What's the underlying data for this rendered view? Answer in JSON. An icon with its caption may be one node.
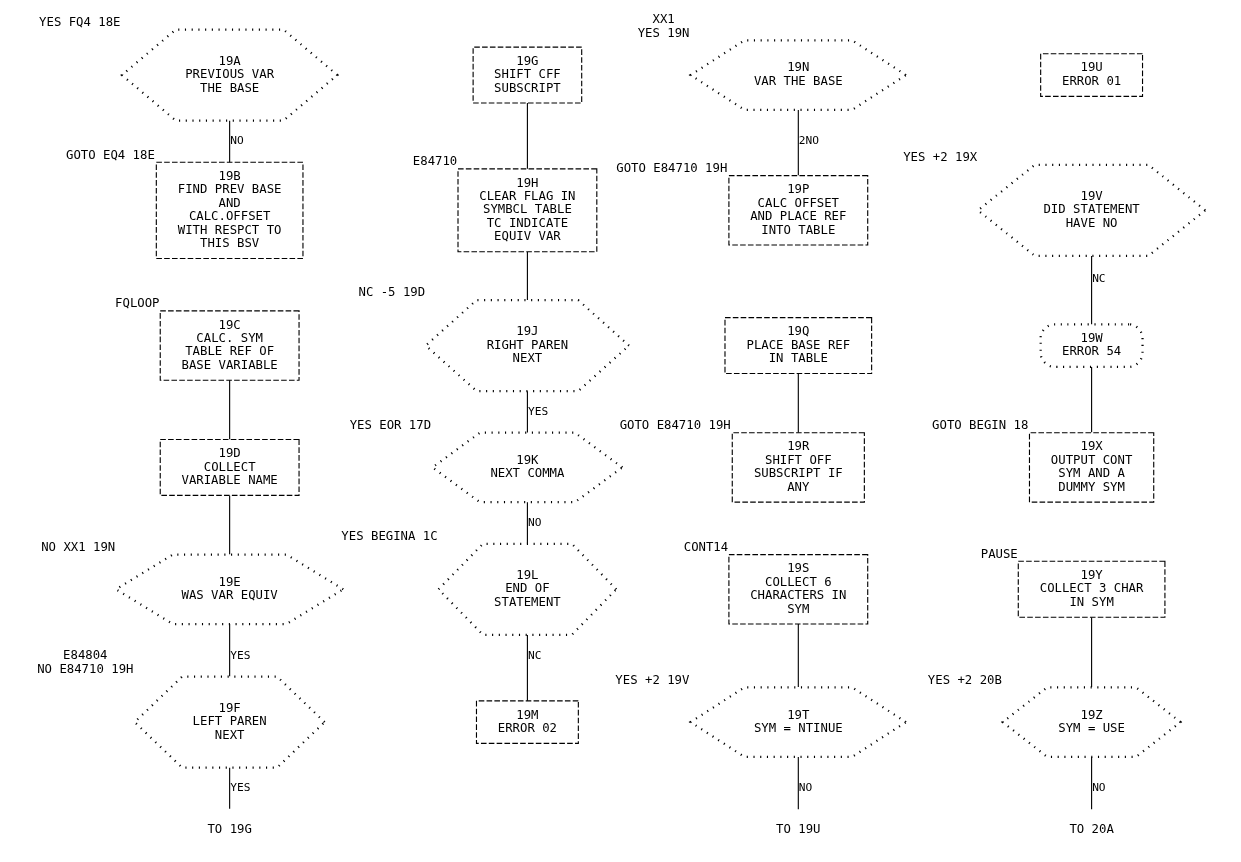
{
  "diagram": {
    "nodes": [
      {
        "text": [
          "19A",
          "PREVIOUS VAR THE BASE"
        ],
        "beside": [
          "YES FQ4 18E"
        ]
      },
      {
        "text": [
          "19B",
          "FIND PREV BASE AND CALC.OFFSET WITH RESPCT TO THIS BSV"
        ],
        "beside": [
          "GOTO EQ4 18E"
        ]
      },
      {
        "text": [
          "19C",
          "CALC. SYM TABLE REF OF BASE VARIABLE"
        ],
        "beside": [
          "FQLOOP"
        ]
      },
      {
        "text": [
          "19D",
          "COLLECT VARIABLE NAME"
        ]
      },
      {
        "text": [
          "19E",
          "WAS VAR EQUIV"
        ],
        "beside": [
          "NO XX1 19N"
        ]
      },
      {
        "text": [
          "19F",
          "LEFT PAREN NEXT"
        ],
        "beside": [
          "E84804",
          "NO E84710 19H"
        ]
      },
      {
        "text": [
          "TO 19G"
        ]
      },
      {
        "text": [
          "19G",
          "SHIFT CFF SUBSCRIPT"
        ]
      },
      {
        "text": [
          "19H",
          "CLEAR FLAG IN SYMBCL TABLE TC INDICATE EQUIV VAR"
        ],
        "beside": [
          "E84710"
        ]
      },
      {
        "text": [
          "19J",
          "RIGHT PAREN NEXT"
        ],
        "beside": [
          "NC -5 19D"
        ]
      },
      {
        "text": [
          "19K",
          "NEXT COMMA"
        ],
        "beside": [
          "YES EOR 17D"
        ]
      },
      {
        "text": [
          "19L",
          "END OF STATEMENT"
        ],
        "beside": [
          "YES BEGINA 1C"
        ]
      },
      {
        "text": [
          "19M",
          "ERROR 02"
        ]
      },
      {
        "text": [
          "19N",
          "VAR THE BASE"
        ],
        "beside": [
          "XX1",
          "YES 19N"
        ]
      },
      {
        "text": [
          "19P",
          "CALC OFFSET AND PLACE REF INTO TABLE"
        ],
        "beside": [
          "GOTO E84710 19H"
        ]
      },
      {
        "text": [
          "19Q",
          "PLACE BASE REF IN TABLE"
        ]
      },
      {
        "text": [
          "19R",
          "SHIFT OFF SUBSCRIPT IF ANY"
        ],
        "beside": [
          "GOTO E84710 19H"
        ]
      },
      {
        "text": [
          "19S",
          "COLLECT 6 CHARACTERS IN SYM"
        ],
        "beside": [
          "CONT14"
        ]
      },
      {
        "text": [
          "19T",
          "SYM = NTINUE"
        ],
        "beside": [
          "YES +2 19V"
        ]
      },
      {
        "text": [
          "TO 19U"
        ]
      },
      {
        "text": [
          "19U",
          "ERROR 01"
        ]
      },
      {
        "text": [
          "19V",
          "DID STATEMENT HAVE NO"
        ],
        "beside": [
          "YES +2 19X"
        ]
      },
      {
        "text": [
          "19W",
          "ERROR 54"
        ]
      },
      {
        "text": [
          "19X",
          "OUTPUT CONT SYM AND A DUMMY SYM"
        ],
        "beside": [
          "GOTO BEGIN 18"
        ]
      },
      {
        "text": [
          "19Y",
          "COLLECT 3 CHAR IN SYM"
        ],
        "beside": [
          "PAUSE"
        ]
      },
      {
        "text": [
          "19Z",
          "SYM = USE"
        ],
        "beside": [
          "YES +2 20B"
        ]
      },
      {
        "text": [
          "TO 20A"
        ]
      }
    ],
    "edges": [
      {
        "from": 0,
        "to": 1,
        "arrow": "none",
        "label": "NO"
      },
      {
        "from": 2,
        "to": 3,
        "arrow": "none"
      },
      {
        "from": 3,
        "to": 4,
        "arrow": "none"
      },
      {
        "from": 4,
        "to": 5,
        "arrow": "none",
        "label": "YES"
      },
      {
        "from": 5,
        "to": 6,
        "arrow": "none",
        "label": "YES"
      },
      {
        "from": 7,
        "to": 8,
        "arrow": "none"
      },
      {
        "from": 8,
        "to": 9,
        "arrow": "none"
      },
      {
        "from": 9,
        "to": 10,
        "arrow": "none",
        "label": "YES"
      },
      {
        "from": 10,
        "to": 11,
        "arrow": "none",
        "label": "NO"
      },
      {
        "from": 11,
        "to": 12,
        "arrow": "none",
        "label": "NC"
      },
      {
        "from": 13,
        "to": 14,
        "arrow": "none",
        "label": "2NO"
      },
      {
        "from": 15,
        "to": 16,
        "arrow": "none"
      },
      {
        "from": 17,
        "to": 18,
        "arrow": "none"
      },
      {
        "from": 18,
        "to": 19,
        "arrow": "none",
        "label": "NO"
      },
      {
        "from": 21,
        "to": 22,
        "arrow": "none",
        "label": "NC"
      },
      {
        "from": 22,
        "to": 23,
        "arrow": "none"
      },
      {
        "from": 24,
        "to": 25,
        "arrow": "none"
      },
      {
        "from": 25,
        "to": 26,
        "arrow": "none",
        "label": "NO"
      }
    ]
  }
}
